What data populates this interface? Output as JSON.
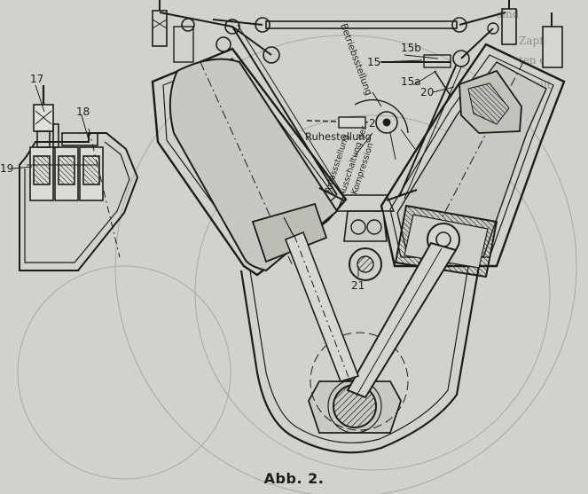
{
  "caption": "Abb. 2.",
  "labels": {
    "n17": "17",
    "n18": "18",
    "n19": "19",
    "n15": "15",
    "n15a": "15a",
    "n15b": "15b",
    "n20": "20",
    "n2": "2",
    "n21": "21",
    "betriebsstellung": "Betriebsstellung",
    "ruhestellung": "Ruhestellung",
    "anlassstellung": "Anlassstellung",
    "ausschaltung": "Ausschaltung der",
    "kompression": "Kompression"
  },
  "bleed_through": {
    "line1": "sind",
    "line2": "Zapfen",
    "line3": "ten die",
    "line4": "dieser gilt"
  },
  "colors": {
    "paper": "#d2d2cd",
    "ink": "#1c1c1a",
    "faint": "#8e8e88"
  }
}
